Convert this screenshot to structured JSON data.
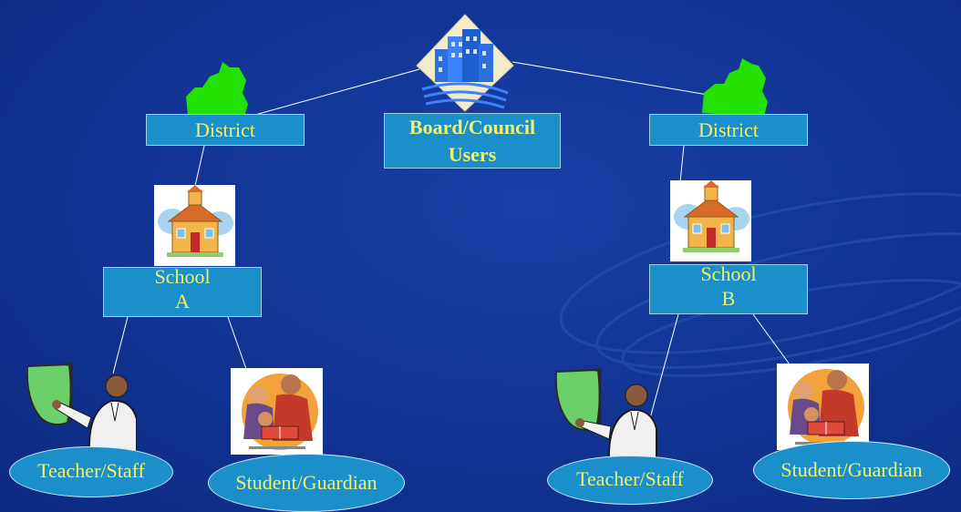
{
  "board": {
    "line1": "Board/Council",
    "line2": "Users"
  },
  "district_left": {
    "label": "District"
  },
  "district_right": {
    "label": "District"
  },
  "school_a": {
    "line1": "School",
    "line2": "A"
  },
  "school_b": {
    "line1": "School",
    "line2": "B"
  },
  "teacher_left": {
    "label": "Teacher/Staff"
  },
  "guardian_left": {
    "label": "Student/Guardian"
  },
  "teacher_right": {
    "label": "Teacher/Staff"
  },
  "guardian_right": {
    "label": "Student/Guardian"
  },
  "colors": {
    "background": "#123596",
    "box_fill": "#1a8fc9",
    "label_text": "#f4f06a",
    "district_map": "#22e000"
  },
  "icons": [
    "office-building-icon",
    "district-map-icon",
    "schoolhouse-icon",
    "teacher-icon",
    "family-reading-icon"
  ]
}
